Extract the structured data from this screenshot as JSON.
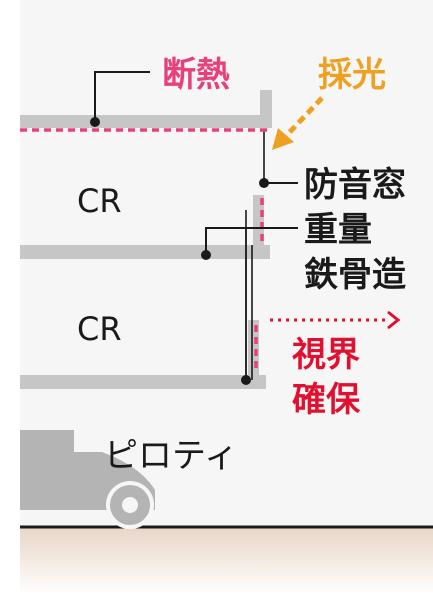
{
  "labels": {
    "insulation": "断熱",
    "daylight": "採光",
    "soundproof_window": "防音窓",
    "heavy_steel_line1": "重量",
    "heavy_steel_line2": "鉄骨造",
    "view_line1": "視界",
    "view_line2": "確保",
    "room_upper": "CR",
    "room_lower": "CR",
    "piloti": "ピロティ"
  },
  "colors": {
    "pink": "#e8407a",
    "orange": "#f0a020",
    "red": "#e01030",
    "slab": "#c6c6c6",
    "truck": "#b4b4b4",
    "text": "#1a1a1a",
    "ground_line": "#1a1a1a",
    "ground_top": "#e8d6c8",
    "ground_bottom": "#ffffff"
  },
  "icons": {
    "vehicle": "truck-icon",
    "daylight_arrow": "arrow-down-left-icon",
    "view_arrow": "arrow-right-icon"
  }
}
